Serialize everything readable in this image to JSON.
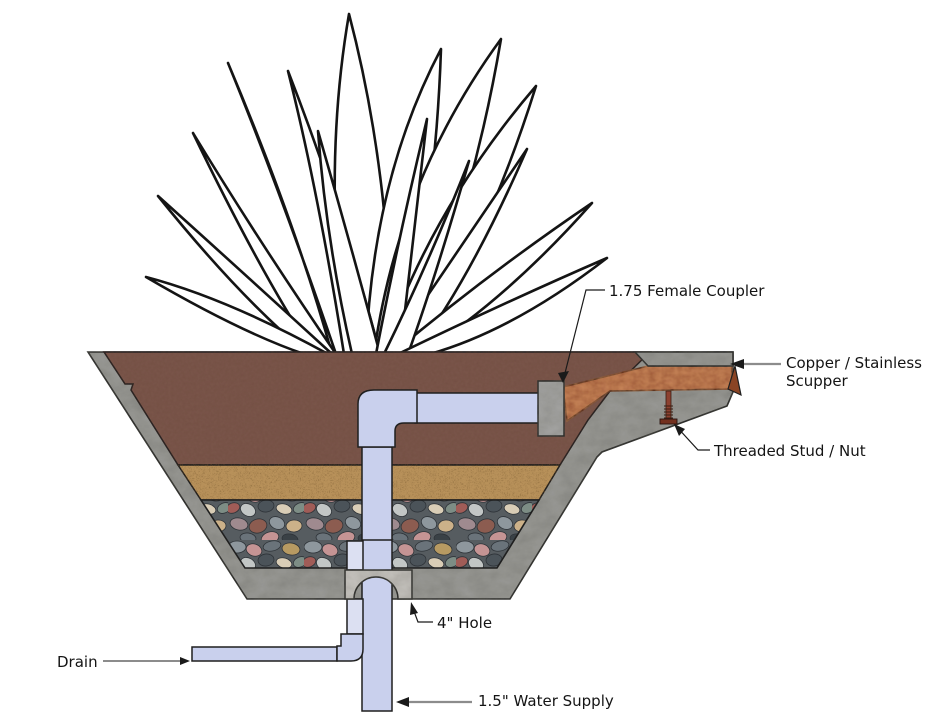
{
  "diagram": {
    "subject": "planter-water-feature-cross-section",
    "labels": {
      "female_coupler": "1.75 Female Coupler",
      "scupper": "Copper / Stainless Scupper",
      "threaded_stud": "Threaded Stud / Nut",
      "hole": "4\" Hole",
      "drain": "Drain",
      "water_supply": "1.5\" Water Supply"
    },
    "components": [
      "agave plant",
      "soil layer",
      "sand layer",
      "gravel layer",
      "concrete planter shell",
      "copper scupper spout",
      "female coupler",
      "threaded stud and nut",
      "drain pipe",
      "water supply pipe",
      "4 inch hole block"
    ]
  },
  "colors": {
    "text": "#141414",
    "outline": "#1f1f1f",
    "soil": "#7b564a",
    "sand": "#b8915a",
    "concrete": "#9b9b97",
    "block": "#cbc8c3",
    "coupler": "#a7a7a5",
    "pipe": "#c9d0ed",
    "pipe_light": "#dce0f2",
    "copper": "#b5724d",
    "copper_dark": "#8a4424",
    "stud": "#8d4130",
    "nut": "#73301f",
    "gravel_base": "#565c60",
    "leader": "#8c8c8c",
    "leaf_line": "#141414"
  }
}
